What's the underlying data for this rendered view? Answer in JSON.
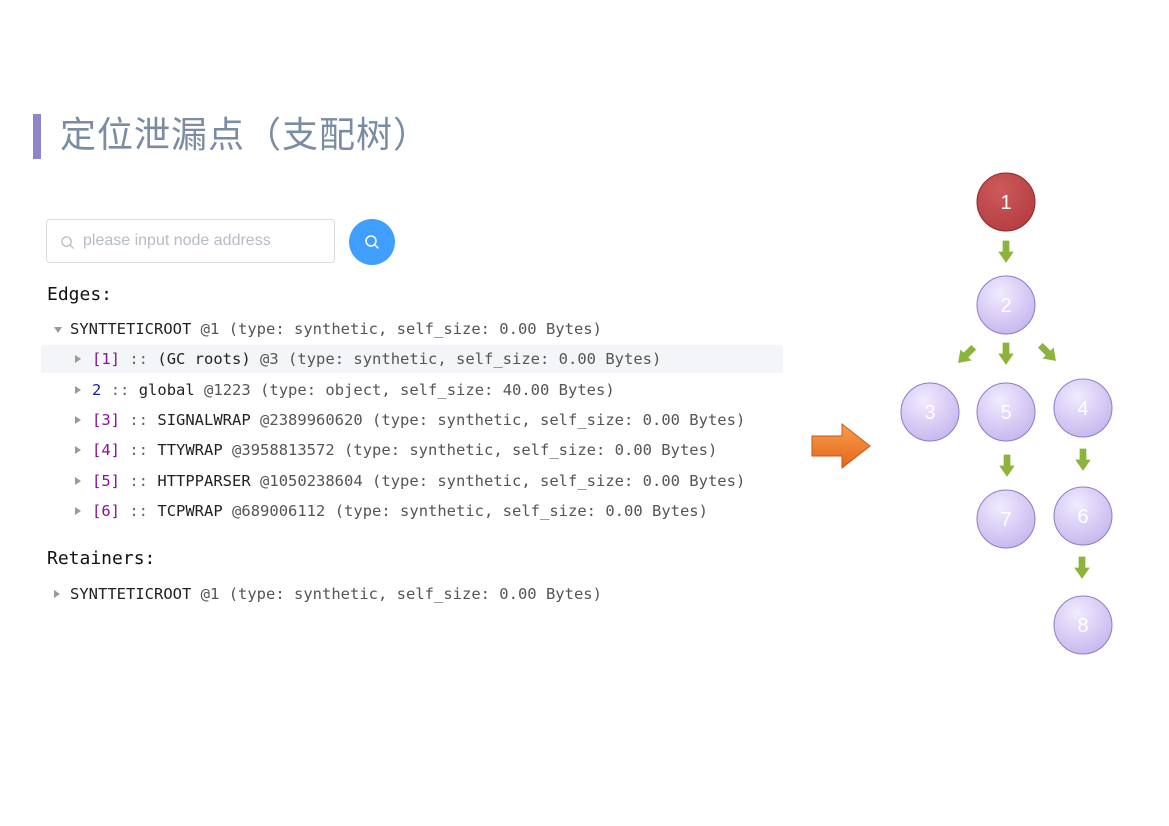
{
  "page": {
    "title": "定位泄漏点（支配树）"
  },
  "search": {
    "placeholder": "please input node address",
    "value": ""
  },
  "edges": {
    "heading": "Edges:",
    "root": {
      "name": "SYNTTETICROOT",
      "addr": "@1",
      "info": "(type: synthetic, self_size: 0.00 Bytes)"
    },
    "items": [
      {
        "key": "[1]",
        "sep": "::",
        "name": "(GC roots)",
        "addr": "@3",
        "info": "(type: synthetic, self_size: 0.00 Bytes)"
      },
      {
        "key": "2",
        "sep": "::",
        "name": "global",
        "addr": "@1223",
        "info": "(type: object, self_size: 40.00 Bytes)"
      },
      {
        "key": "[3]",
        "sep": "::",
        "name": "SIGNALWRAP",
        "addr": "@2389960620",
        "info": "(type: synthetic, self_size: 0.00 Bytes)"
      },
      {
        "key": "[4]",
        "sep": "::",
        "name": "TTYWRAP",
        "addr": "@3958813572",
        "info": "(type: synthetic, self_size: 0.00 Bytes)"
      },
      {
        "key": "[5]",
        "sep": "::",
        "name": "HTTPPARSER",
        "addr": "@1050238604",
        "info": "(type: synthetic, self_size: 0.00 Bytes)"
      },
      {
        "key": "[6]",
        "sep": "::",
        "name": "TCPWRAP",
        "addr": "@689006112",
        "info": "(type: synthetic, self_size: 0.00 Bytes)"
      }
    ]
  },
  "retainers": {
    "heading": "Retainers:",
    "root": {
      "name": "SYNTTETICROOT",
      "addr": "@1",
      "info": "(type: synthetic, self_size: 0.00 Bytes)"
    }
  },
  "tree_diagram": {
    "nodes": [
      {
        "id": "1",
        "label": "1"
      },
      {
        "id": "2",
        "label": "2"
      },
      {
        "id": "3",
        "label": "3"
      },
      {
        "id": "5",
        "label": "5"
      },
      {
        "id": "4",
        "label": "4"
      },
      {
        "id": "7",
        "label": "7"
      },
      {
        "id": "6",
        "label": "6"
      },
      {
        "id": "8",
        "label": "8"
      }
    ],
    "edges": [
      [
        "1",
        "2"
      ],
      [
        "2",
        "3"
      ],
      [
        "2",
        "5"
      ],
      [
        "2",
        "4"
      ],
      [
        "5",
        "7"
      ],
      [
        "4",
        "6"
      ],
      [
        "6",
        "8"
      ]
    ]
  },
  "colors": {
    "title_bar": "#8f86c9",
    "title_text": "#7a8ca3",
    "search_button": "#409eff",
    "root_node": "#c0474a",
    "child_node": "#cbbcf0",
    "small_arrow": "#8cb43c",
    "big_arrow": "#f07a28",
    "row_highlight": "#f4f5f8"
  },
  "icons": {
    "search_field_icon": "search-icon",
    "search_button_icon": "search-icon",
    "expand_icon": "triangle-right-icon",
    "collapse_icon": "triangle-down-icon"
  }
}
